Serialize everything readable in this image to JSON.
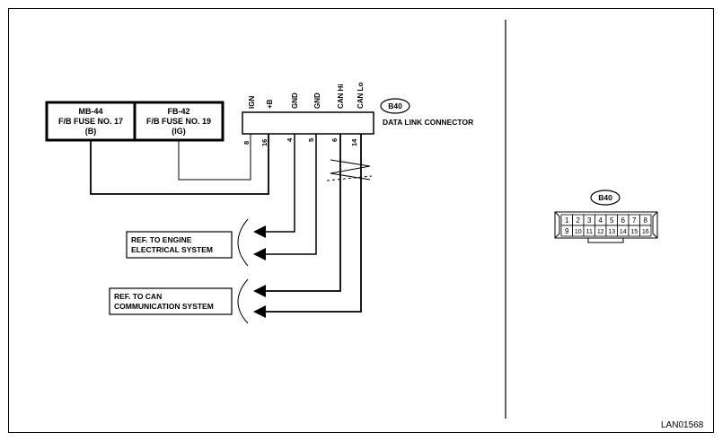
{
  "fuses": [
    {
      "id": "MB-44",
      "name": "F/B FUSE NO. 17",
      "circuit": "(B)"
    },
    {
      "id": "FB-42",
      "name": "F/B FUSE NO. 19",
      "circuit": "(IG)"
    }
  ],
  "connector": {
    "tag": "B40",
    "label": "DATA LINK CONNECTOR",
    "pins": [
      {
        "number": "8",
        "signal": "IGN"
      },
      {
        "number": "16",
        "signal": "+B"
      },
      {
        "number": "4",
        "signal": "GND"
      },
      {
        "number": "5",
        "signal": "GND"
      },
      {
        "number": "6",
        "signal": "CAN Hi"
      },
      {
        "number": "14",
        "signal": "CAN Lo"
      }
    ]
  },
  "references": [
    {
      "line1": "REF. TO ENGINE",
      "line2": "ELECTRICAL SYSTEM"
    },
    {
      "line1": "REF. TO CAN",
      "line2": "COMMUNICATION SYSTEM"
    }
  ],
  "connector_view": {
    "tag": "B40",
    "top_row": [
      "1",
      "2",
      "3",
      "4",
      "5",
      "6",
      "7",
      "8"
    ],
    "bottom_row": [
      "9",
      "10",
      "11",
      "12",
      "13",
      "14",
      "15",
      "16"
    ]
  },
  "diagram_code": "LAN01568"
}
